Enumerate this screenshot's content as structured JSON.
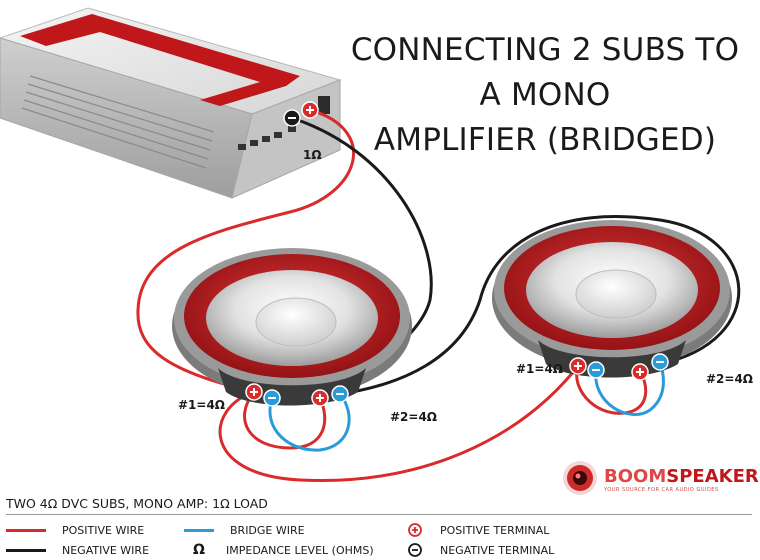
{
  "title": {
    "line1": "CONNECTING 2 SUBS TO",
    "line2": "A MONO",
    "line3": "AMPLIFIER (BRIDGED)"
  },
  "amplifier": {
    "load_label": "1Ω"
  },
  "sub_left": {
    "coil1_label": "#1=4Ω",
    "coil2_label": "#2=4Ω"
  },
  "sub_right": {
    "coil1_label": "#1=4Ω",
    "coil2_label": "#2=4Ω"
  },
  "caption": "TWO 4Ω DVC SUBS, MONO AMP: 1Ω LOAD",
  "legend": {
    "positive_wire": "POSITIVE WIRE",
    "negative_wire": "NEGATIVE WIRE",
    "bridge_wire": "BRIDGE WIRE",
    "impedance": "IMPEDANCE LEVEL (OHMS)",
    "impedance_symbol": "Ω",
    "positive_terminal": "POSITIVE TERMINAL",
    "negative_terminal": "NEGATIVE TERMINAL"
  },
  "brand": {
    "name_part1": "BOOM",
    "name_part2": "SPEAKER",
    "tagline": "YOUR SOURCE FOR CAR AUDIO GUIDES"
  },
  "colors": {
    "positive_wire": "#d92b2b",
    "negative_wire": "#1a1a1a",
    "bridge_wire": "#2a9ad9",
    "sub_surround": "#b3171b",
    "amp_stripe": "#c0171b"
  },
  "icons": [
    "plus-terminal-icon",
    "minus-terminal-icon",
    "omega-icon",
    "speaker-logo-icon"
  ]
}
